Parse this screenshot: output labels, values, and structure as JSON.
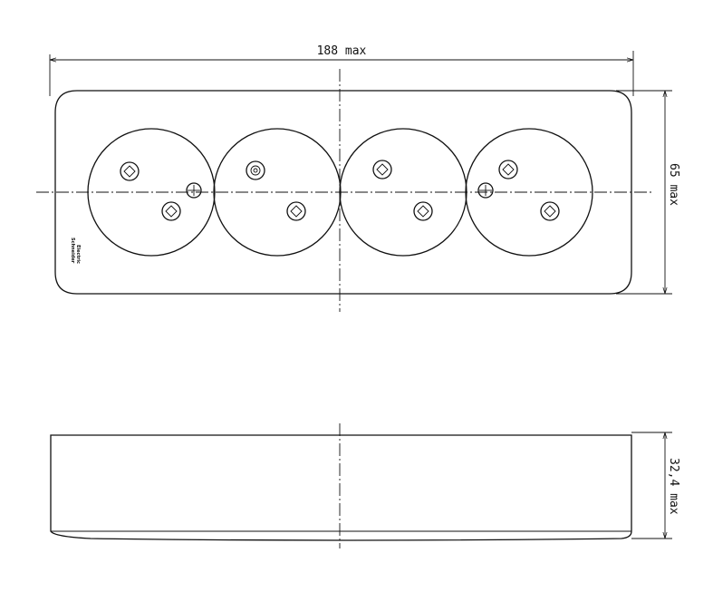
{
  "drawing": {
    "dimensions": {
      "width_label": "188 max",
      "height_label": "65 max",
      "depth_label": "32,4 max"
    },
    "brand_lines": [
      "Schneider",
      "Electric"
    ],
    "socket_count": 4,
    "earth_screw_count": 2
  }
}
